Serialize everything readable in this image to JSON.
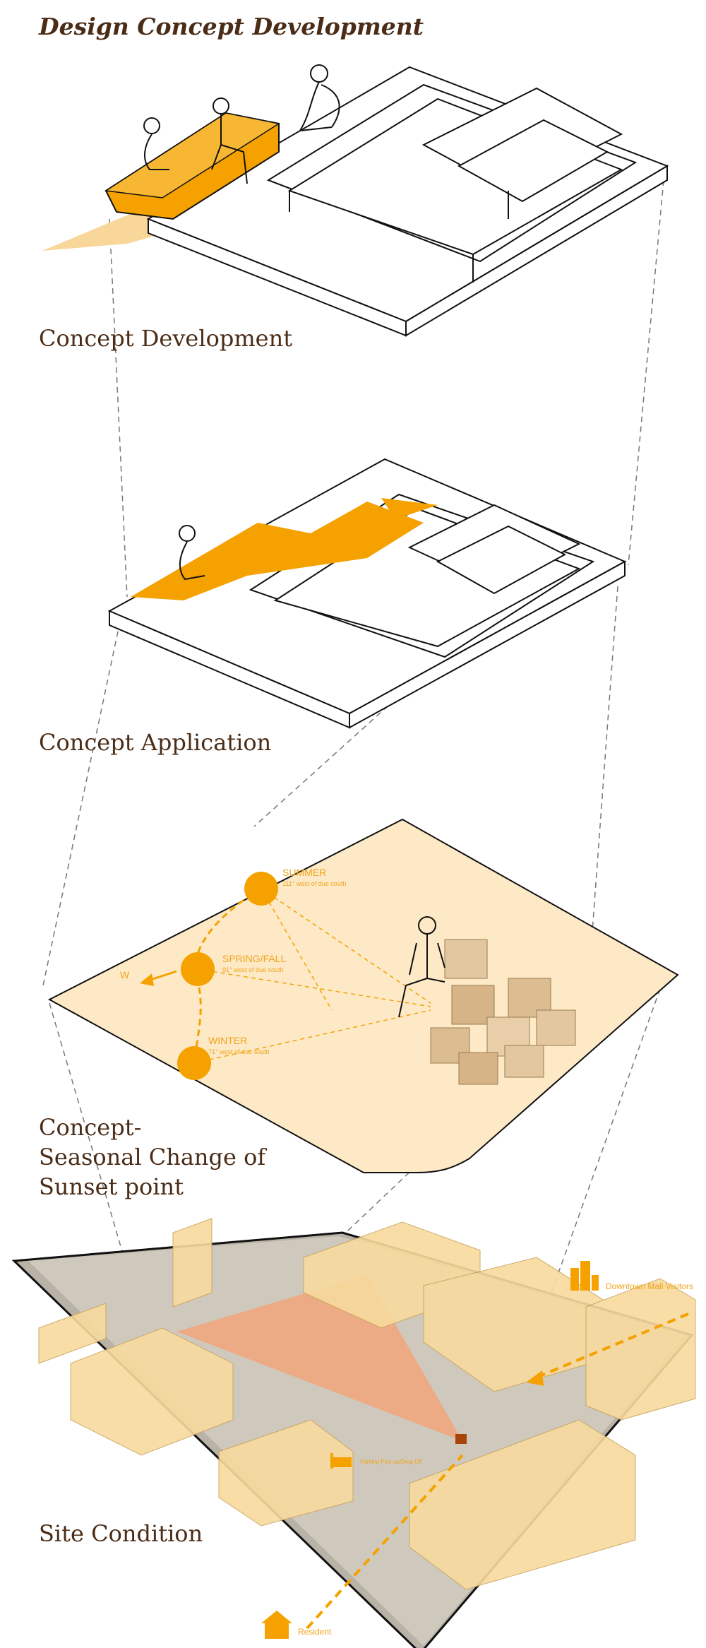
{
  "header": {
    "title": "Design Concept Development"
  },
  "sections": {
    "development": "Concept Development",
    "application": "Concept Application",
    "seasonal_line1": "Concept-",
    "seasonal_line2": "Seasonal Change of",
    "seasonal_line3": "Sunset point",
    "site": "Site Condition"
  },
  "sun_path": {
    "direction": "W",
    "summer": {
      "label": "SUMMER",
      "detail": "111° west of due south"
    },
    "spring_fall": {
      "label": "SPRING/FALL",
      "detail": "91° west of due south"
    },
    "winter": {
      "label": "WINTER",
      "detail": "71° west of due south"
    }
  },
  "site": {
    "visitors_label": "Downtown Mall Visitors",
    "resident_label": "Resident",
    "dropoff_label": "Parking Pick up/Drop Off"
  },
  "colors": {
    "orange": "#f5a100",
    "light_orange": "#f9d79a",
    "pale": "#fde9c6",
    "title_brown": "#4a2c17",
    "line": "#111111"
  }
}
